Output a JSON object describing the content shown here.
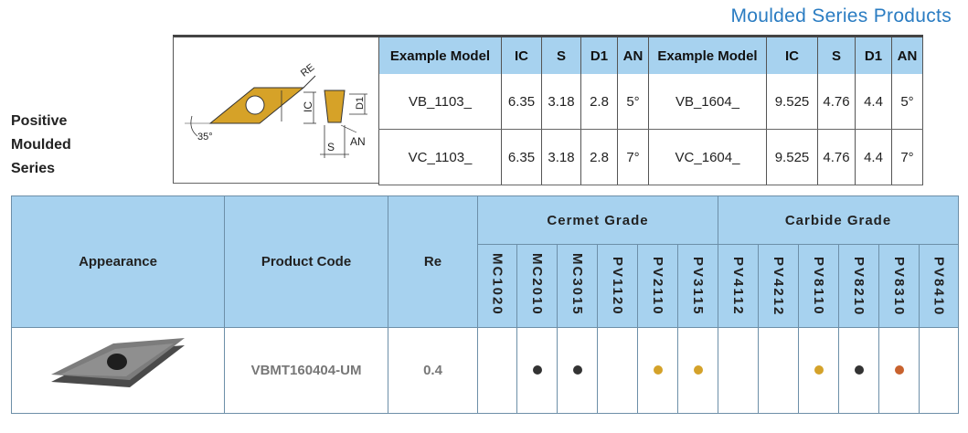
{
  "header": {
    "title": "Moulded Series Products"
  },
  "side_title": {
    "line1": "Positive",
    "line2": "Moulded",
    "line3": "Series"
  },
  "diagram": {
    "label_re": "RE",
    "label_ic": "IC",
    "label_d1": "D1",
    "label_s": "S",
    "label_an": "AN",
    "label_angle": "35°"
  },
  "spec_table": {
    "headers": [
      "Example Model",
      "IC",
      "S",
      "D1",
      "AN",
      "Example Model",
      "IC",
      "S",
      "D1",
      "AN"
    ],
    "rows": [
      [
        "VB_1103_",
        "6.35",
        "3.18",
        "2.8",
        "5°",
        "VB_1604_",
        "9.525",
        "4.76",
        "4.4",
        "5°"
      ],
      [
        "VC_1103_",
        "6.35",
        "3.18",
        "2.8",
        "7°",
        "VC_1604_",
        "9.525",
        "4.76",
        "4.4",
        "7°"
      ]
    ]
  },
  "main_table": {
    "col_appearance": "Appearance",
    "col_product_code": "Product Code",
    "col_re": "Re",
    "group_cermet": "Cermet Grade",
    "group_carbide": "Carbide Grade",
    "cermet_grades": [
      "MC1020",
      "MC2010",
      "MC3015",
      "PV1120",
      "PV2110",
      "PV3115"
    ],
    "carbide_grades": [
      "PV4112",
      "PV4212",
      "PV8110",
      "PV8210",
      "PV8310",
      "PV8410"
    ],
    "row": {
      "product_code": "VBMT160404-UM",
      "re": "0.4",
      "marks": [
        "",
        "black",
        "black",
        "",
        "gold",
        "gold",
        "",
        "",
        "gold",
        "black",
        "orange",
        ""
      ]
    }
  },
  "colors": {
    "black": "#333333",
    "gold": "#d4a22a",
    "orange": "#c8622e",
    "accent": "#2a7cc2",
    "header_bg": "#a7d2ef"
  }
}
